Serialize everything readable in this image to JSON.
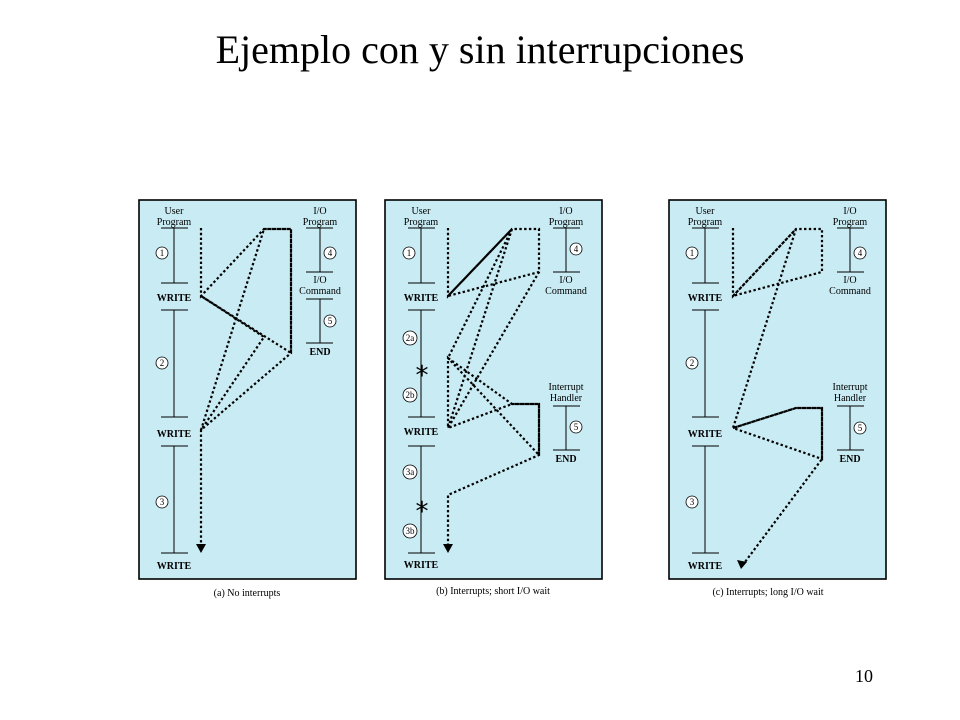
{
  "slide": {
    "title": "Ejemplo con y sin interrupciones",
    "page_number": "10"
  },
  "diagrams": {
    "a": {
      "caption": "(a) No interrupts",
      "user_program": "User Program",
      "io_program": "I/O Program",
      "io_command": "I/O Command",
      "end": "END",
      "write": "WRITE",
      "steps": [
        "1",
        "2",
        "3",
        "4",
        "5"
      ]
    },
    "b": {
      "caption": "(b) Interrupts; short I/O wait",
      "user_program": "User Program",
      "io_program": "I/O Program",
      "io_command": "I/O Command",
      "interrupt_handler": "Interrupt Handler",
      "end": "END",
      "write": "WRITE",
      "steps": [
        "1",
        "2a",
        "2b",
        "3a",
        "3b",
        "4",
        "5"
      ],
      "star": "*"
    },
    "c": {
      "caption": "(c) Interrupts; long I/O wait",
      "user_program": "User Program",
      "io_program": "I/O Program",
      "io_command": "I/O Command",
      "interrupt_handler": "Interrupt Handler",
      "end": "END",
      "write": "WRITE",
      "steps": [
        "1",
        "2",
        "3",
        "4",
        "5"
      ]
    }
  }
}
